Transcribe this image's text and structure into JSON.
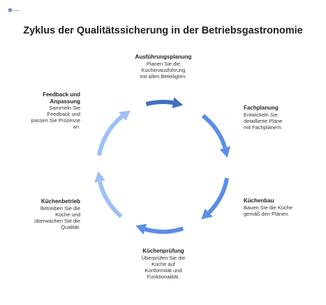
{
  "logo": {
    "text": "Napkin",
    "accent": "#6e8fd0"
  },
  "title": "Zyklus der Qualitätssicherung in der Betriebsgastronomie",
  "colors": {
    "arrow_dark": "#3f6fc4",
    "arrow_mid": "#5b8ee6",
    "arrow_light": "#9dc0f5"
  },
  "steps": [
    {
      "title": "Ausführungsplanung",
      "desc": [
        "Planen Sie die",
        "Küchenausführung",
        "mit allen Beteiligten."
      ]
    },
    {
      "title": "Fachplanung",
      "desc": [
        "Entwickeln Sie",
        "detaillierte Pläne",
        "mit Fachplanern."
      ]
    },
    {
      "title": "Küchenbau",
      "desc": [
        "Bauen Sie die Küche",
        "gemäß den Plänen."
      ]
    },
    {
      "title": "Küchenprüfung",
      "desc": [
        "Überprüfen Sie die",
        "Küche auf",
        "Konformität und",
        "Funktionalität."
      ]
    },
    {
      "title": "Küchenbetrieb",
      "desc": [
        "Betreiben Sie die",
        "Küche und",
        "überwachen Sie die",
        "Qualität."
      ]
    },
    {
      "title": "Feedback und Anpassung",
      "title_lines": [
        "Feedback und",
        "Anpassung"
      ],
      "desc": [
        "Sammeln Sie",
        "Feedback und",
        "passen Sie Prozesse",
        "an."
      ]
    }
  ]
}
